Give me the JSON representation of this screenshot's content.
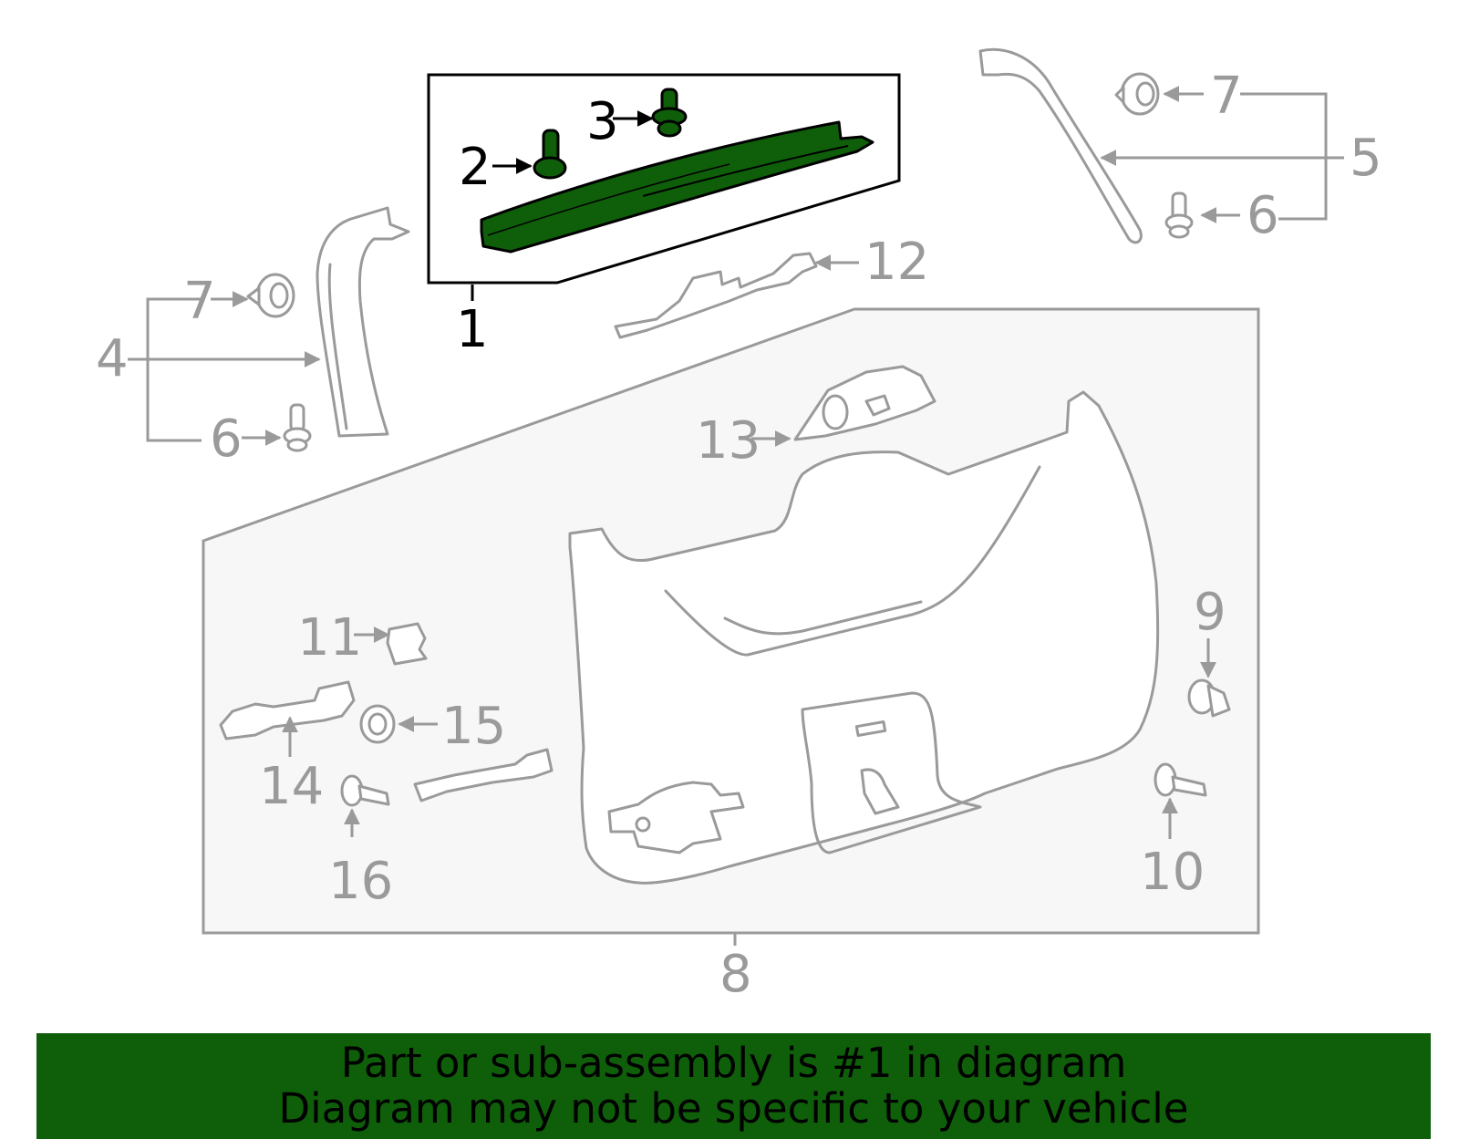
{
  "callouts": {
    "p1": "1",
    "p2": "2",
    "p3": "3",
    "p4": "4",
    "p5": "5",
    "p6a": "6",
    "p6b": "6",
    "p7a": "7",
    "p7b": "7",
    "p8": "8",
    "p9": "9",
    "p10": "10",
    "p11": "11",
    "p12": "12",
    "p13": "13",
    "p14": "14",
    "p15": "15",
    "p16": "16"
  },
  "banner": {
    "line1": "Part or sub-assembly is #1 in diagram",
    "line2": "Diagram may not be specific to your vehicle"
  },
  "colors": {
    "highlight": "#0f5e0a",
    "outline": "#9a9a9a",
    "panel_bg": "#f7f7f7",
    "active_text": "#000000"
  }
}
